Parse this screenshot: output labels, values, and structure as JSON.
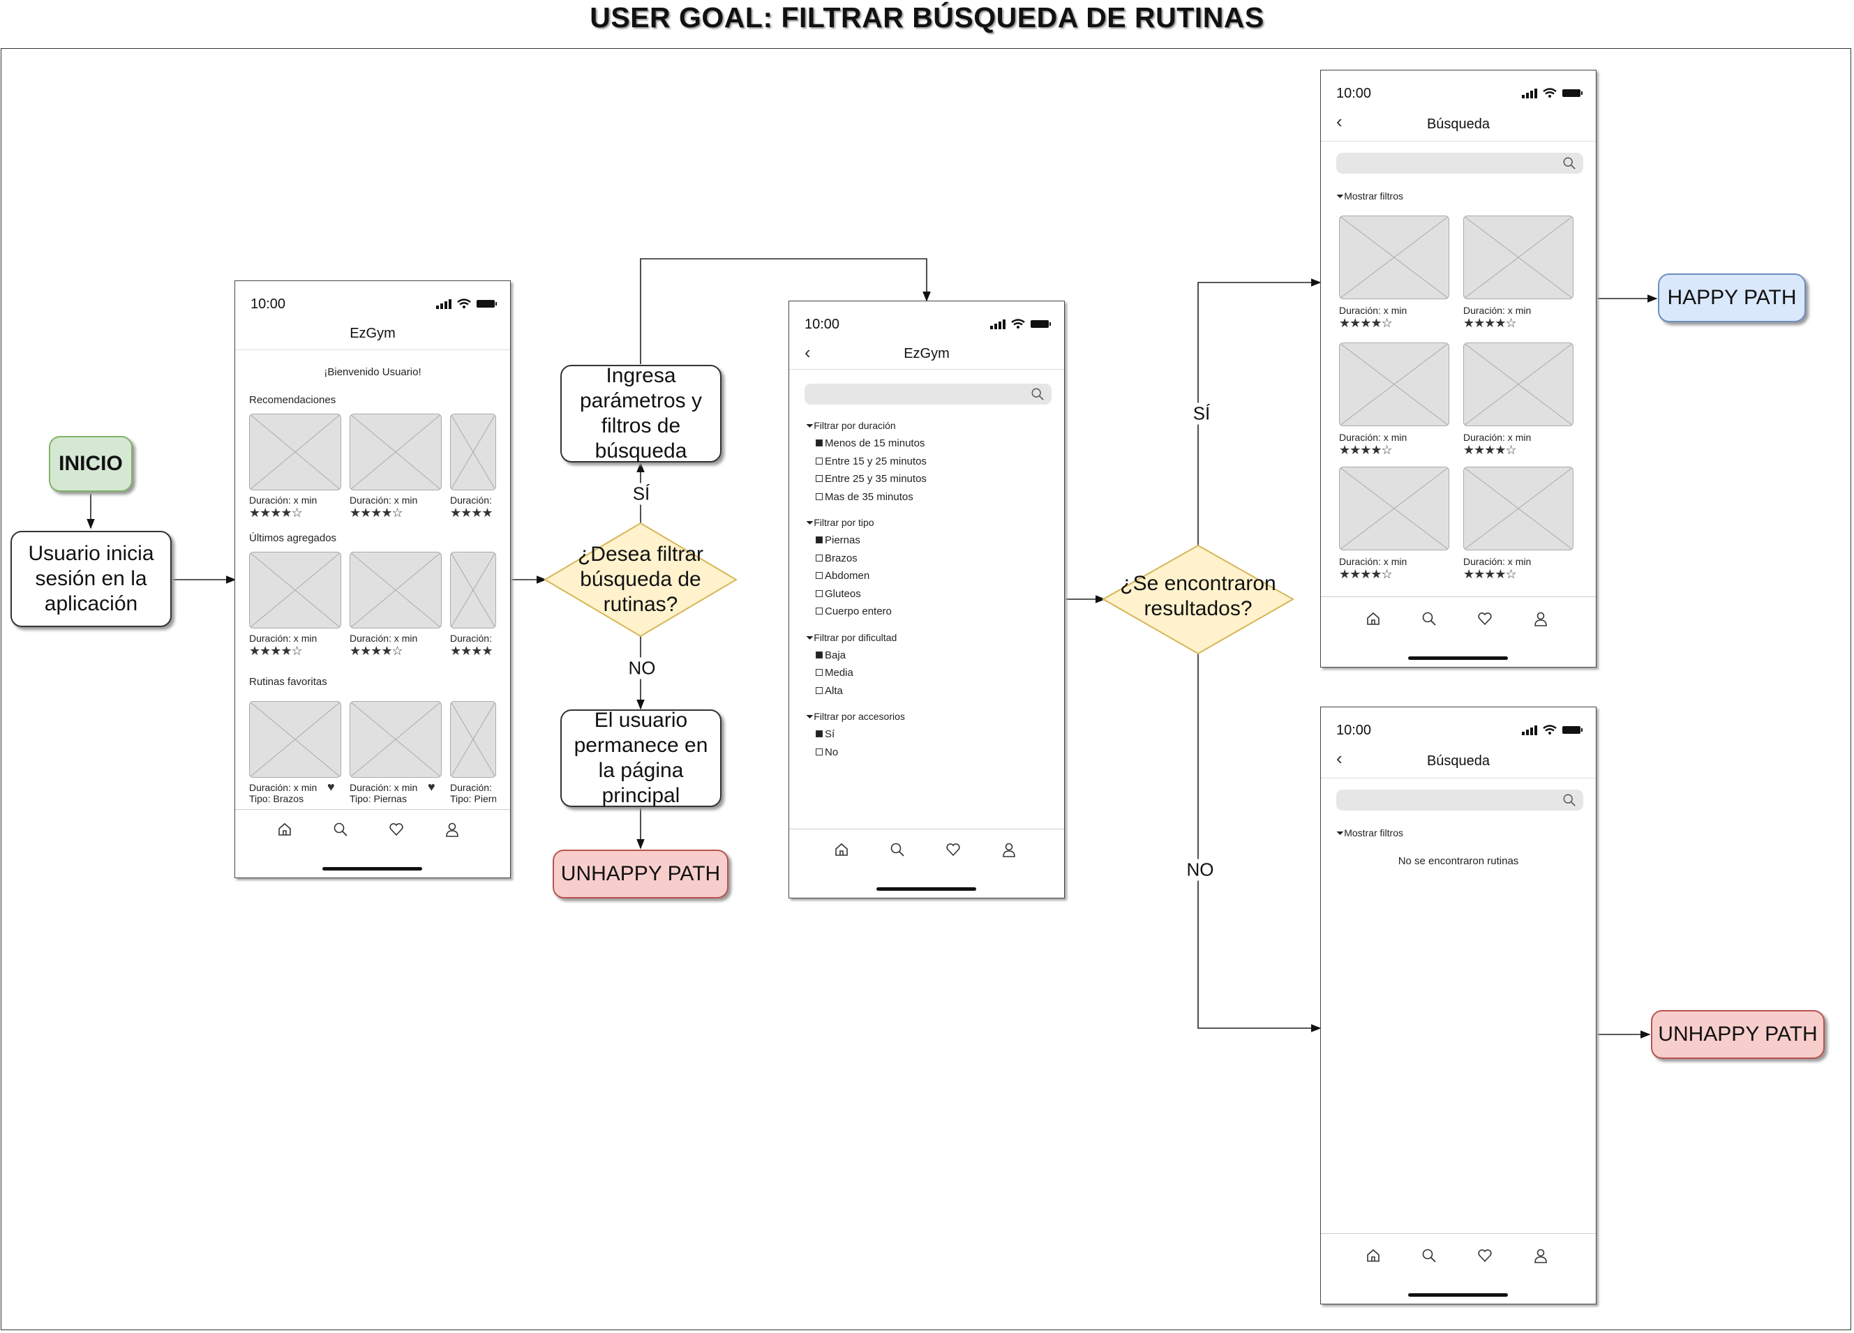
{
  "title": "USER GOAL: FILTRAR BÚSQUEDA DE RUTINAS",
  "flow": {
    "inicio": "INICIO",
    "login": "Usuario inicia sesión en la aplicación",
    "decision_filter": "¿Desea filtrar búsqueda de rutinas?",
    "enter_params": "Ingresa parámetros y filtros de búsqueda",
    "stays_home": "El usuario permanece en la página principal",
    "unhappy_1": "UNHAPPY PATH",
    "decision_results": "¿Se encontraron resultados?",
    "happy": "HAPPY PATH",
    "unhappy_2": "UNHAPPY PATH",
    "edge_si_1": "SÍ",
    "edge_no_1": "NO",
    "edge_si_2": "SÍ",
    "edge_no_2": "NO"
  },
  "home_screen": {
    "time": "10:00",
    "app_title": "EzGym",
    "welcome": "¡Bienvenido Usuario!",
    "section_recomendaciones": "Recomendaciones",
    "section_ultimos": "Últimos agregados",
    "section_favoritas": "Rutinas favoritas",
    "card_duration": "Duración: x min",
    "card_duration_cut": "Duración:",
    "stars": "★★★★☆",
    "stars_cut": "★★★★",
    "fav_type_1": "Tipo: Brazos",
    "fav_type_2": "Tipo: Piernas",
    "fav_type_3": "Tipo: Piern"
  },
  "filter_screen": {
    "time": "10:00",
    "app_title": "EzGym",
    "groups": [
      {
        "heading": "Filtrar por duración",
        "options": [
          {
            "label": "Menos de 15 minutos",
            "checked": true
          },
          {
            "label": "Entre 15 y 25 minutos",
            "checked": false
          },
          {
            "label": "Entre 25 y 35 minutos",
            "checked": false
          },
          {
            "label": "Mas de 35 minutos",
            "checked": false
          }
        ]
      },
      {
        "heading": "Filtrar por tipo",
        "options": [
          {
            "label": "Piernas",
            "checked": true
          },
          {
            "label": "Brazos",
            "checked": false
          },
          {
            "label": "Abdomen",
            "checked": false
          },
          {
            "label": "Gluteos",
            "checked": false
          },
          {
            "label": "Cuerpo entero",
            "checked": false
          }
        ]
      },
      {
        "heading": "Filtrar por dificultad",
        "options": [
          {
            "label": "Baja",
            "checked": true
          },
          {
            "label": "Media",
            "checked": false
          },
          {
            "label": "Alta",
            "checked": false
          }
        ]
      },
      {
        "heading": "Filtrar por accesorios",
        "options": [
          {
            "label": "Sí",
            "checked": true
          },
          {
            "label": "No",
            "checked": false
          }
        ]
      }
    ]
  },
  "results_screen": {
    "time": "10:00",
    "page_title": "Búsqueda",
    "show_filters": "Mostrar filtros",
    "card_duration": "Duración: x min",
    "stars": "★★★★☆"
  },
  "noresults_screen": {
    "time": "10:00",
    "page_title": "Búsqueda",
    "show_filters": "Mostrar filtros",
    "empty_message": "No se encontraron rutinas"
  },
  "icons": [
    "home-icon",
    "search-icon",
    "heart-icon",
    "user-icon",
    "funnel-icon",
    "back-icon",
    "signal-icon",
    "wifi-icon",
    "battery-icon"
  ]
}
